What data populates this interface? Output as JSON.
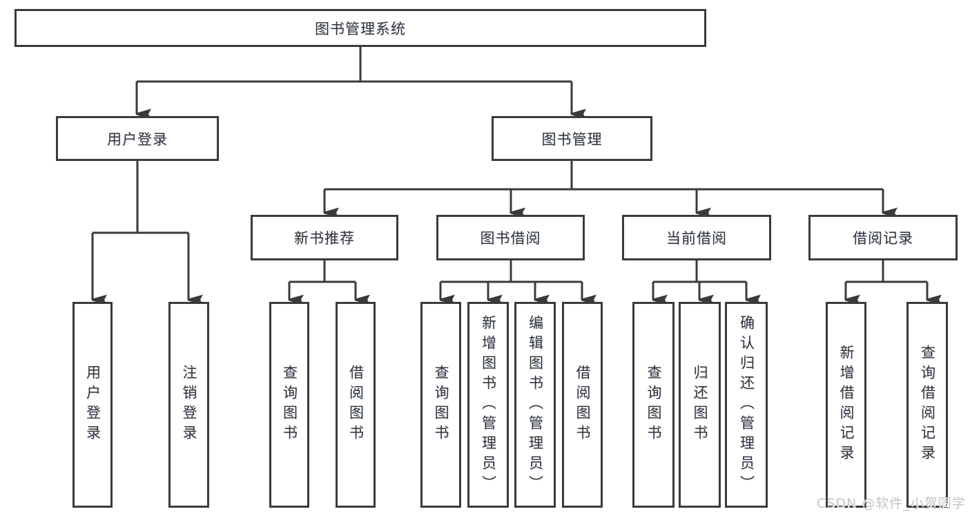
{
  "diagram": {
    "title": "图书管理系统",
    "nodes": {
      "root": {
        "label": "图书管理系统"
      },
      "user_login": {
        "label": "用户登录"
      },
      "book_mgmt": {
        "label": "图书管理"
      },
      "new_book_rec": {
        "label": "新书推荐"
      },
      "book_borrow": {
        "label": "图书借阅"
      },
      "current_borrow": {
        "label": "当前借阅"
      },
      "borrow_records": {
        "label": "借阅记录"
      },
      "leaf_user_login": {
        "label": "用户登录"
      },
      "leaf_logout": {
        "label": "注销登录"
      },
      "leaf_nb_query_book": {
        "label": "查询图书"
      },
      "leaf_nb_borrow_book": {
        "label": "借阅图书"
      },
      "leaf_bb_query_book": {
        "label": "查询图书"
      },
      "leaf_bb_add_book": {
        "label": "新增图书（管理员）"
      },
      "leaf_bb_edit_book": {
        "label": "编辑图书（管理员）"
      },
      "leaf_bb_borrow_book": {
        "label": "借阅图书"
      },
      "leaf_cb_query_book": {
        "label": "查询图书"
      },
      "leaf_cb_return_book": {
        "label": "归还图书"
      },
      "leaf_cb_confirm_return": {
        "label": "确认归还（管理员）"
      },
      "leaf_br_add_record": {
        "label": "新增借阅记录"
      },
      "leaf_br_query_record": {
        "label": "查询借阅记录"
      }
    },
    "watermark": "CSDN @软件_小贺同学",
    "colors": {
      "line": "#3a3a3a",
      "text": "#333333",
      "watermark": "#c3c3c7",
      "background": "#ffffff"
    }
  }
}
